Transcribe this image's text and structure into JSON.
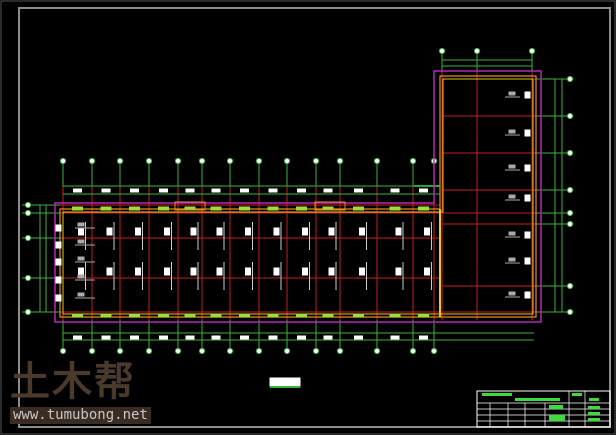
{
  "colors": {
    "background": "#000000",
    "frame": "#8c8c8c",
    "axis": "#3cb43c",
    "column_grid": "#c81e1e",
    "wall_outline": "#b428b4",
    "wall_inner": "#e6c81e",
    "wall_orange": "#e68c1e",
    "text": "#ffffff"
  },
  "watermark": {
    "logo": "土木帮",
    "url": "www.tumubong.net"
  },
  "drawing": {
    "left_wing_bays": 13,
    "right_wing_bays": 7
  }
}
